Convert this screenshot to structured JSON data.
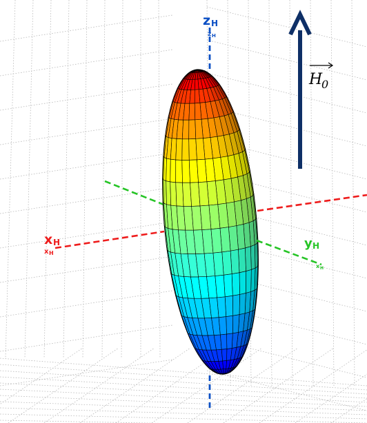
{
  "axes": {
    "z": {
      "label": "z",
      "subscript": "H",
      "tick_label": "z",
      "tick_sub": "H",
      "color": "#0b4fc4"
    },
    "x": {
      "label": "x",
      "subscript": "H",
      "tick_label": "x",
      "tick_sub": "H",
      "color": "#ee1c1c"
    },
    "y": {
      "label": "y",
      "subscript": "H",
      "tick_label": "x",
      "tick_sub": "H",
      "color": "#25c425"
    }
  },
  "field": {
    "symbol": "H",
    "subscript": "0",
    "arrow_color": "#0e2f66"
  },
  "surface": {
    "colormap": "jet",
    "color_stops": [
      "#8c0000",
      "#ff0000",
      "#ff8000",
      "#ffff00",
      "#80ff80",
      "#00ffff",
      "#0080ff",
      "#0000ff",
      "#00008f"
    ],
    "mesh_color": "#000000"
  }
}
